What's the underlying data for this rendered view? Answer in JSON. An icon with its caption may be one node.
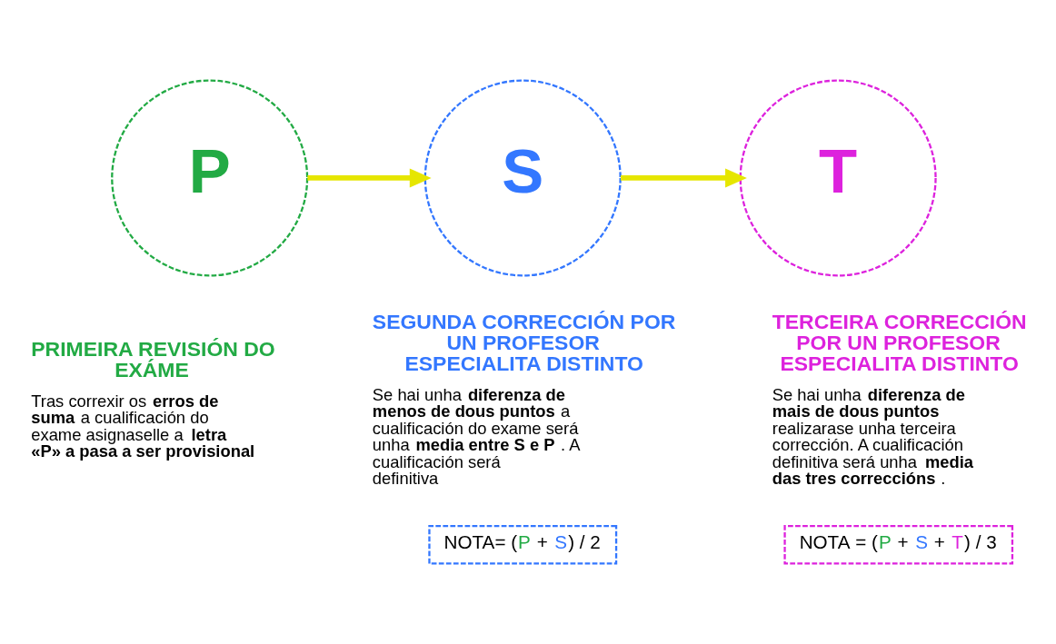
{
  "diagram": {
    "nodes": [
      {
        "text": [
          "P"
        ],
        "beside": [
          "PRIMEIRA REVISIÓN DO EXÁME",
          "Tras correxir os **erros de suma** a cualificación do exame asignaselle a **letra «P» a pasa a ser provisional**"
        ]
      },
      {
        "text": [
          "S"
        ],
        "beside": [
          "SEGUNDA CORRECCIÓN POR UN PROFESOR ESPECIALITA DISTINTO",
          "Se hai unha **diferenza de menos de dous puntos** a cualificación do exame será unha **media entre S e P** . A cualificación será definitiva"
        ]
      },
      {
        "text": [
          "T"
        ],
        "beside": [
          "TERCEIRA CORRECCIÓN POR UN PROFESOR ESPECIALITA DISTINTO",
          "Se hai unha **diferenza de mais de dous puntos** realizarase unha terceira corrección. A cualificación definitiva será unha **media das tres correccións**."
        ]
      },
      {
        "text": [
          "NOTA= (P + S) / 2"
        ]
      },
      {
        "text": [
          "NOTA = (P + S + T) / 3"
        ]
      }
    ],
    "edges": [
      {
        "from": 0,
        "to": 1,
        "arrow": "to"
      },
      {
        "from": 1,
        "to": 2,
        "arrow": "to"
      }
    ]
  }
}
